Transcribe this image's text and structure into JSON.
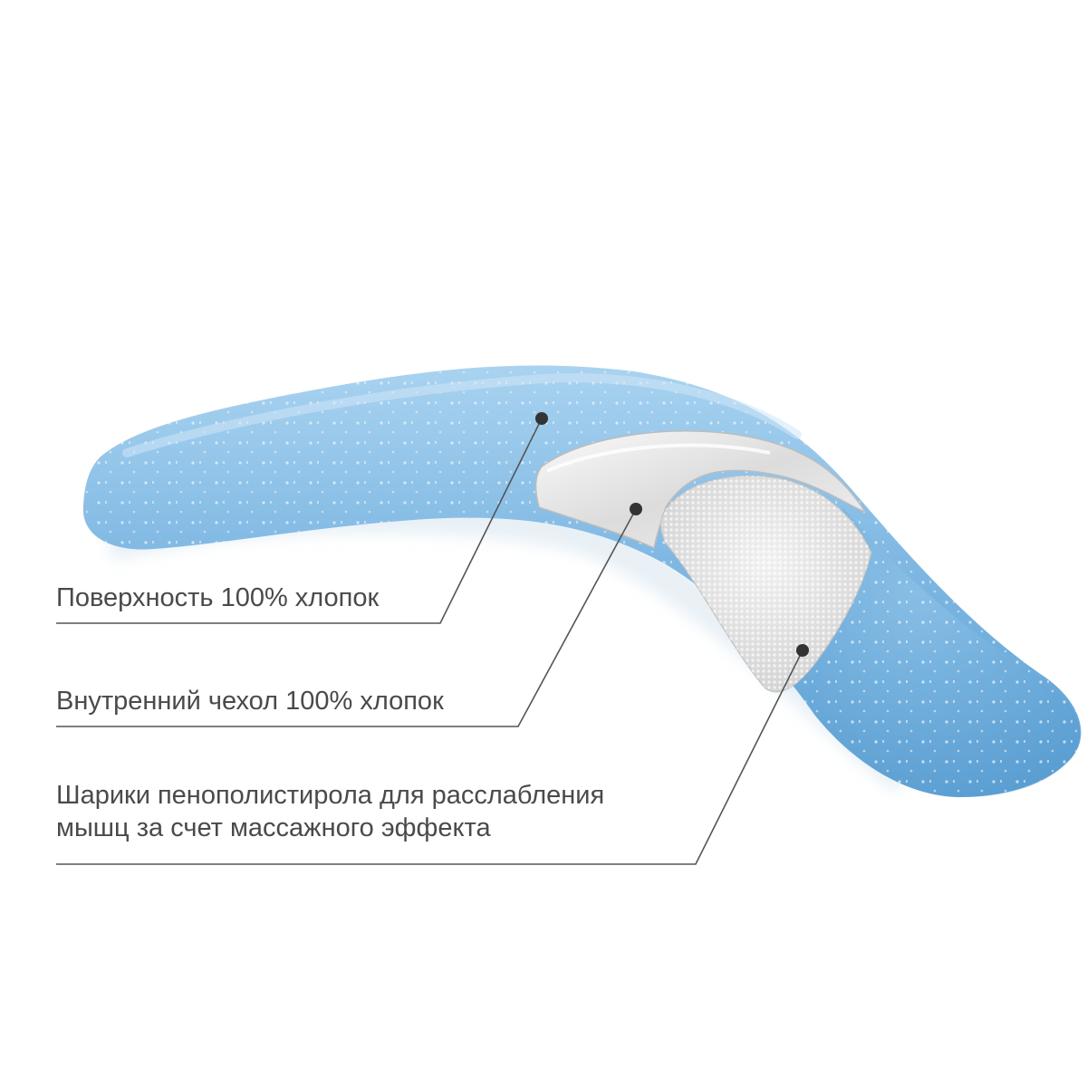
{
  "callouts": {
    "surface": {
      "text": "Поверхность 100% хлопок"
    },
    "inner_cover": {
      "text": "Внутренний чехол 100% хлопок"
    },
    "filling": {
      "line1": "Шарики пенополистирола для расслабления",
      "line2": "мышц за счет массажного эффекта"
    }
  },
  "colors": {
    "pillow_blue": "#7fb8e3",
    "pillow_blue_light": "#a7d1ef",
    "pillow_blue_dark": "#5a9fd3",
    "inner_cover": "#ececec",
    "filling": "#e4e4e4",
    "leader_line": "#555555"
  },
  "icons": {
    "pillow": "curved-pillow-illustration"
  }
}
